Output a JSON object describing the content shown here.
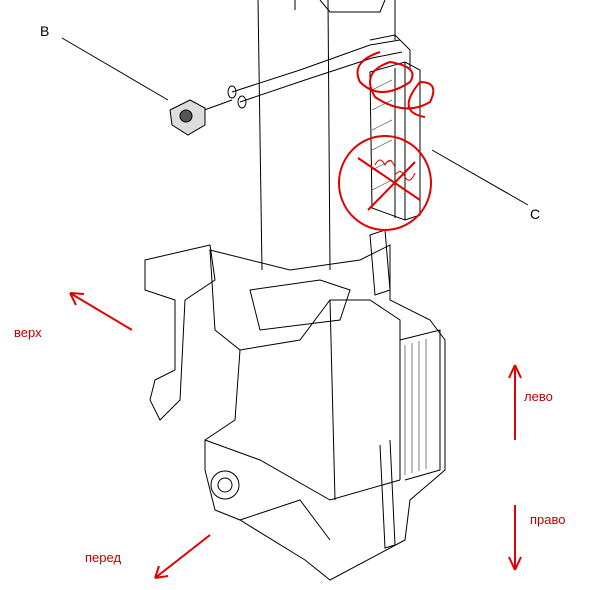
{
  "labels": {
    "b": "B",
    "c": "C"
  },
  "directions": {
    "up": "верх",
    "left": "лево",
    "right": "право",
    "front": "перед"
  },
  "colors": {
    "annotation": "#e00000",
    "line": "#000000"
  }
}
